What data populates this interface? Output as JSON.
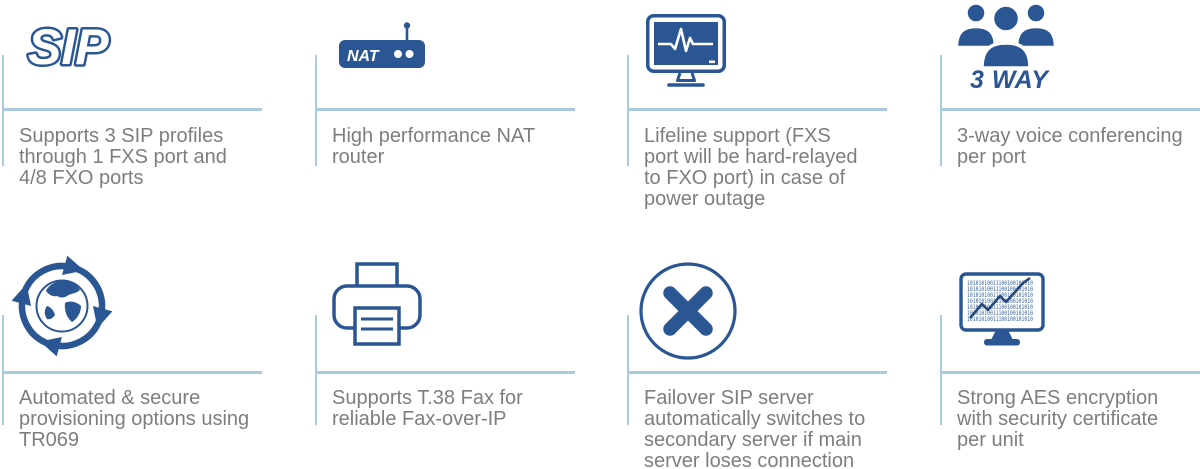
{
  "colors": {
    "icon_blue": "#2b5694",
    "icon_dark_navy": "#24477c",
    "divider_light_blue": "#a9cbdd",
    "text_gray": "#7d7e81"
  },
  "features": [
    {
      "icon": "sip-logo",
      "icon_text": "SIP",
      "description": "Supports 3 SIP profiles\nthrough 1 FXS port and\n4/8 FXO ports"
    },
    {
      "icon": "nat-router",
      "icon_text": "NAT",
      "description": "High performance NAT\nrouter"
    },
    {
      "icon": "monitor-pulse",
      "description": "Lifeline support (FXS\nport will be hard-relayed\nto FXO port) in case of\npower outage"
    },
    {
      "icon": "people-group",
      "icon_text": "3 WAY",
      "description": "3-way voice conferencing\nper port"
    },
    {
      "icon": "globe-sync",
      "description": "Automated & secure\nprovisioning options using\nTR069"
    },
    {
      "icon": "fax-printer",
      "description": "Supports T.38 Fax for\nreliable Fax-over-IP"
    },
    {
      "icon": "failover-x",
      "description": "Failover SIP server\nautomatically switches to\nsecondary server if main\nserver loses connection"
    },
    {
      "icon": "binary-monitor",
      "icon_binary": "10101010011100100101010",
      "description": "Strong AES encryption\nwith security certificate\nper unit"
    }
  ]
}
